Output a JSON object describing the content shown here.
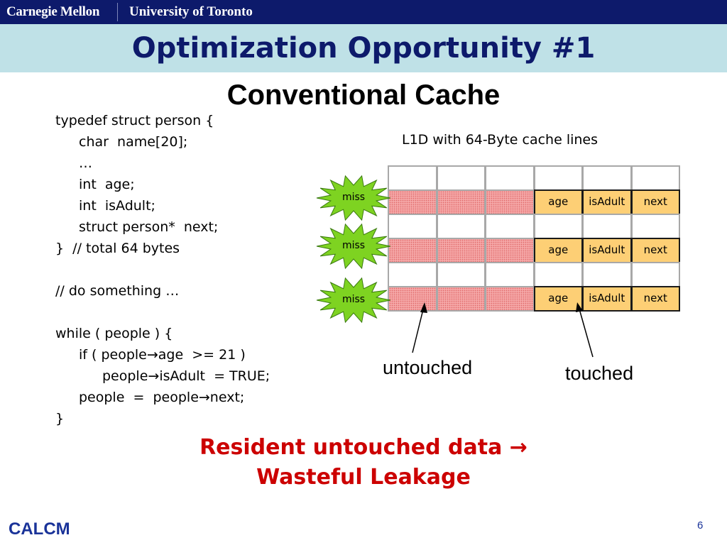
{
  "header": {
    "universities": [
      "Carnegie Mellon",
      "University of Toronto"
    ],
    "title": "Optimization Opportunity #1"
  },
  "subtitle": "Conventional Cache",
  "code": [
    "typedef struct person {",
    "char  name[20];",
    "…",
    "int  age;",
    "int  isAdult;",
    "struct person*  next;",
    "}  // total 64 bytes",
    "",
    "// do something …",
    "",
    "while ( people ) {",
    "if ( people→age  >= 21 )",
    "people→isAdult  = TRUE;",
    "people  =  people→next;",
    "}"
  ],
  "diagram": {
    "caption": "L1D with 64-Byte cache lines",
    "rows": [
      {
        "type": "empty",
        "cells": [
          "",
          "",
          "",
          "",
          "",
          ""
        ]
      },
      {
        "type": "data",
        "cells": [
          "",
          "",
          "",
          "age",
          "isAdult",
          "next"
        ]
      },
      {
        "type": "empty",
        "cells": [
          "",
          "",
          "",
          "",
          "",
          ""
        ]
      },
      {
        "type": "data",
        "cells": [
          "",
          "",
          "",
          "age",
          "isAdult",
          "next"
        ]
      },
      {
        "type": "empty",
        "cells": [
          "",
          "",
          "",
          "",
          "",
          ""
        ]
      },
      {
        "type": "data",
        "cells": [
          "",
          "",
          "",
          "age",
          "isAdult",
          "next"
        ]
      }
    ],
    "miss_label": "miss",
    "untouched_label": "untouched",
    "touched_label": "touched",
    "colors": {
      "untouched": "#f5a7a7",
      "touched": "#fdcf75",
      "miss": "#7ed321"
    }
  },
  "conclusion": [
    "Resident untouched data →",
    "Wasteful Leakage"
  ],
  "footer": {
    "logo": "CALCM",
    "page": "6"
  }
}
